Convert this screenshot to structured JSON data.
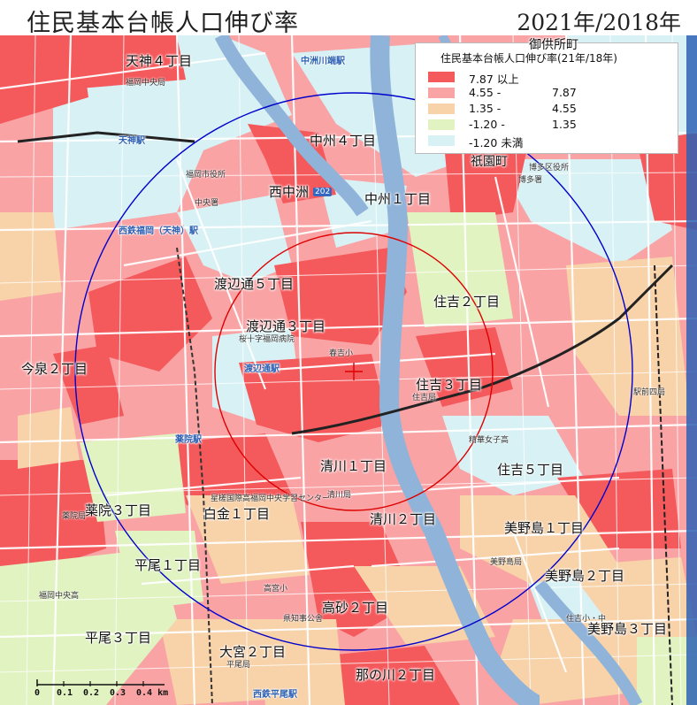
{
  "title": "住民基本台帳人口伸び率",
  "period": "2021年/2018年",
  "legend": {
    "title": "住民基本台帳人口伸び率(21年/18年)",
    "items": [
      {
        "low": "7.87 以上",
        "high": "",
        "color": "#f4595c"
      },
      {
        "low": "4.55 -",
        "high": "7.87",
        "color": "#f9a3a5"
      },
      {
        "low": "1.35 -",
        "high": "4.55",
        "color": "#f8d2a8"
      },
      {
        "low": "-1.20 -",
        "high": "1.35",
        "color": "#e0f3c0"
      },
      {
        "low": "-1.20 未満",
        "high": "",
        "color": "#d7f1f4"
      }
    ]
  },
  "areas": {
    "tenjin4": "天神４丁目",
    "nakasu4": "中州４丁目",
    "nishinakasu": "西中洲",
    "nakasu1": "中州１丁目",
    "watanabedori5": "渡辺通５丁目",
    "watanabedori3": "渡辺通３丁目",
    "sumiyoshi2": "住吉２丁目",
    "imaizumi2": "今泉２丁目",
    "sumiyoshi3": "住吉３丁目",
    "kiyokawa1": "清川１丁目",
    "sumiyoshi5": "住吉５丁目",
    "yakuin3": "薬院３丁目",
    "shirogane1": "白金１丁目",
    "kiyokawa2": "清川２丁目",
    "minoshima1": "美野島１丁目",
    "hirao1": "平尾１丁目",
    "minoshima2": "美野島２丁目",
    "takasago2": "高砂２丁目",
    "hirao3": "平尾３丁目",
    "minoshima3": "美野島３丁目",
    "omiya2": "大宮２丁目",
    "nanokawa2": "那の川２丁目",
    "gionmachi": "祇園町",
    "gofukumachi": "御供所町"
  },
  "stations": {
    "nakasukawabata": "中洲川端駅",
    "tenjin": "天神駅",
    "nishitetsufukuoka": "西鉄福岡（天神）駅",
    "watanabedori": "渡辺通駅",
    "yakuin": "薬院駅",
    "nishitetsuhirao": "西鉄平尾駅"
  },
  "pois": {
    "fukuoka_chuo_kyoku": "福岡中央局",
    "fukuoka_shiyakusho": "福岡市役所",
    "chuo_sho": "中央署",
    "sakuragaoka": "桜十字福岡病院",
    "haruyoshi_sho": "春吉小",
    "sumiyoshi_kyoku": "住吉局",
    "seika_joshi": "精華女子高",
    "seiryo": "星槎国際高福岡中央学習センター",
    "kiyokawa_kyoku": "清川局",
    "yakuin_kyoku": "薬院局",
    "minoshima_kyoku": "美野島局",
    "takamiya_sho": "高宮小",
    "kenchiji": "県知事公舎",
    "fukuoka_chuo_kou": "福岡中央高",
    "hirao_kyoku": "平尾局",
    "hakata_kuyakusho": "博多区役所",
    "hakata_sho": "博多署",
    "ekimae_kyoku": "駅前四局",
    "sumiyoshi_sho": "住吉小・中",
    "road_202": "202"
  },
  "scale": {
    "labels": [
      "0",
      "0.1",
      "0.2",
      "0.3",
      "0.4 km"
    ]
  },
  "colors": {
    "river": "#8fb3d9",
    "rail_major": "#222222",
    "circle_outer": "#0000cc",
    "circle_inner": "#dd0000",
    "road": "#ffffff"
  }
}
